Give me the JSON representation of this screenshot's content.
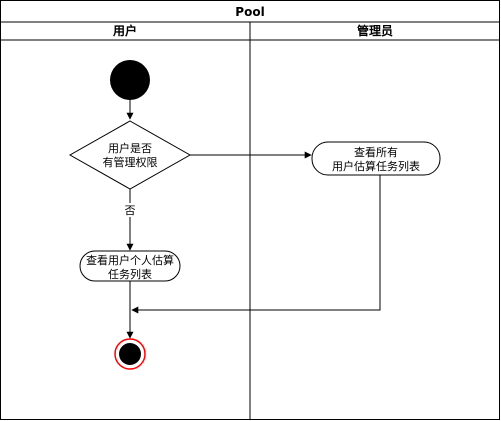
{
  "pool": {
    "title": "Pool",
    "lanes": [
      {
        "label": "用户"
      },
      {
        "label": "管理员"
      }
    ]
  },
  "nodes": {
    "decision": {
      "line1": "用户是否",
      "line2": "有管理权限"
    },
    "admin_task": {
      "line1": "查看所有",
      "line2": "用户估算任务列表"
    },
    "user_task": {
      "line1": "查看用户个人估算",
      "line2": "任务列表"
    }
  },
  "edges": {
    "no_label": "否"
  },
  "colors": {
    "stroke": "#000000",
    "start_fill": "#000000",
    "end_ring": "#ff0000",
    "end_fill": "#000000"
  }
}
